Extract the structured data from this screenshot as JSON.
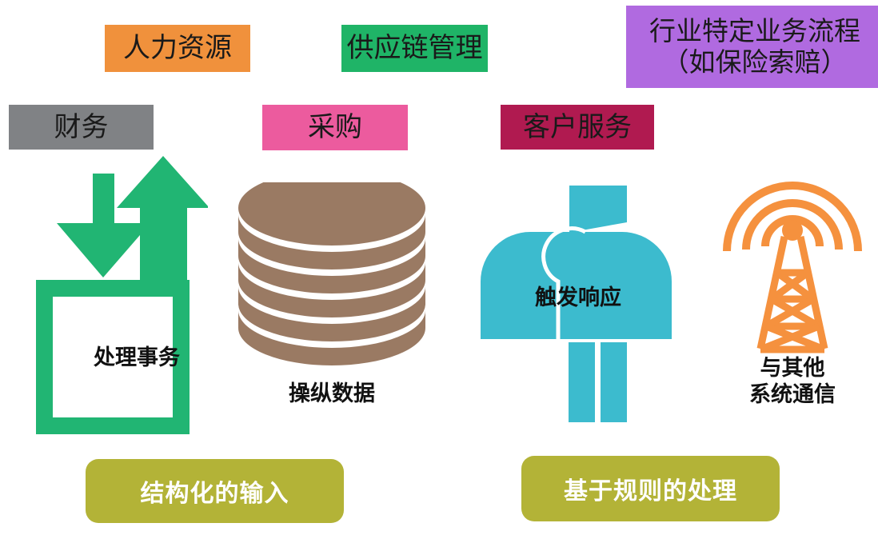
{
  "diagram": {
    "title_absent": true,
    "background": "#FFFFFF",
    "category_chips": [
      {
        "id": "hr",
        "label": "人力资源",
        "color": "#F0913C"
      },
      {
        "id": "scm",
        "label": "供应链管理",
        "color": "#1FB467"
      },
      {
        "id": "industry",
        "label": "行业特定业务流程\n（如保险索赔）",
        "color": "#B06AE0"
      },
      {
        "id": "finance",
        "label": "财务",
        "color": "#808285"
      },
      {
        "id": "purchase",
        "label": "采购",
        "color": "#EC5B9E"
      },
      {
        "id": "service",
        "label": "客户服务",
        "color": "#B01A50"
      }
    ],
    "icons": [
      {
        "id": "process-transactions",
        "icon": "box-with-in-out-arrows-icon",
        "caption": "处理事务",
        "color": "#21B573"
      },
      {
        "id": "manipulate-data",
        "icon": "database-stack-icon",
        "caption": "操纵数据",
        "color": "#9A7A63"
      },
      {
        "id": "trigger-response",
        "icon": "mailbox-icon",
        "caption": "触发响应",
        "color": "#3CBBCE"
      },
      {
        "id": "communicate-systems",
        "icon": "antenna-tower-icon",
        "caption": "与其他\n系统通信",
        "color": "#F5913E"
      }
    ],
    "pills": [
      {
        "id": "structured-input",
        "label": "结构化的输入",
        "color": "#B3B337",
        "text_color": "#FFFFFF"
      },
      {
        "id": "rule-based-process",
        "label": "基于规则的处理",
        "color": "#B3B337",
        "text_color": "#FFFFFF"
      }
    ]
  }
}
